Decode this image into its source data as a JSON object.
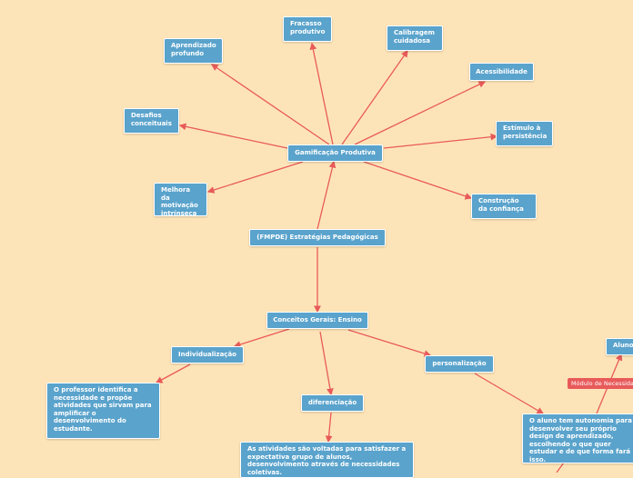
{
  "nodes": {
    "root": "(FMPDE) Estratégias Pedagógicas",
    "gamificacao": "Gamificação Produtiva",
    "aprendizado": "Aprendizado profundo",
    "fracasso": "Fracasso produtivo",
    "calibragem": "Calibragem cuidadosa",
    "acessibilidade": "Acessibilidade",
    "desafios": "Desafios conceituais",
    "estimulo": "Estímulo à persistência",
    "motivacao": "Melhora da motivação intrínseca",
    "confianca": "Construção da confiança",
    "conceitos": "Conceitos Gerais: Ensino",
    "individualizacao": "Individualização",
    "diferenciacao": "diferenciação",
    "personalizacao": "personalização",
    "ind_desc": "O professor identifica a necessidade e propõe atividades que sirvam para amplificar o desenvolvimento do estudante.",
    "dif_desc": "As atividades são voltadas para satisfazer a expectativa grupo de alunos, desenvolvimento através de necessidades coletivas.",
    "pers_desc": "O aluno tem autonomia para desenvolver seu próprio design de aprendizado, escolhendo o que quer estudar e de que forma fará isso.",
    "aluno": "Aluno"
  },
  "tag_label": "Módulo de Necessidades",
  "colors": {
    "background": "#fde4b8",
    "node": "#5aa3cc",
    "edge": "#e85a5a"
  }
}
